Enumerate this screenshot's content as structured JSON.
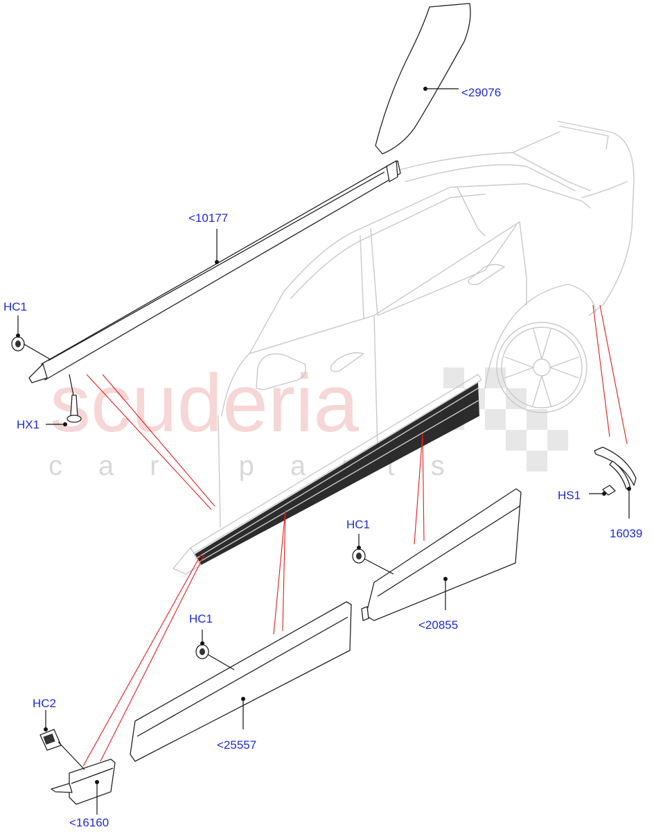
{
  "watermark": {
    "brand": "scuderia",
    "tagline": "car parts"
  },
  "callouts": {
    "c29076": "<29076",
    "c10177": "<10177",
    "hc1_a": "HC1",
    "hx1": "HX1",
    "hs1": "HS1",
    "c16039": "16039",
    "hc1_b": "HC1",
    "c20855": "<20855",
    "hc1_c": "HC1",
    "c25557": "<25557",
    "hc2": "HC2",
    "c16160": "<16160"
  },
  "colors": {
    "callout_text": "#1e2ad8",
    "reference_line": "#e31b1b",
    "vehicle_outline": "#c9c9c9",
    "part_outline": "#222222"
  }
}
